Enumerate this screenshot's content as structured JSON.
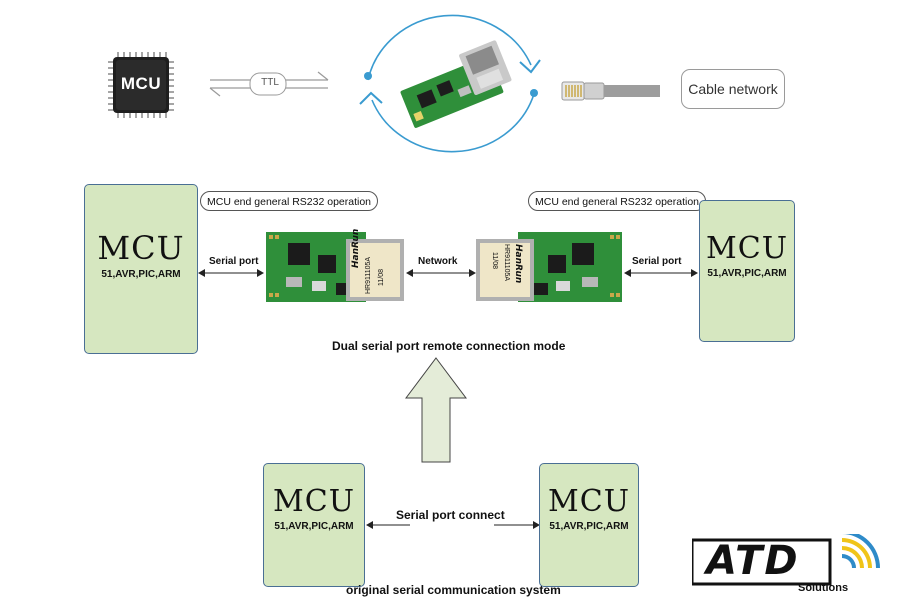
{
  "top": {
    "chip_label": "MCU",
    "ttl_label": "TTL",
    "cable_network": "Cable network"
  },
  "middle": {
    "left_mcu": {
      "title": "MCU",
      "subtitle": "51,AVR,PIC,ARM"
    },
    "right_mcu": {
      "title": "MCU",
      "subtitle": "51,AVR,PIC,ARM"
    },
    "left_operation": "MCU end general RS232 operation",
    "right_operation": "MCU end general RS232 operation",
    "left_serial_port": "Serial port",
    "right_serial_port": "Serial port",
    "network": "Network",
    "module_jack_brand": "HanRun",
    "module_jack_model": "HR911105A",
    "module_jack_date": "11/08",
    "caption": "Dual serial port remote connection mode"
  },
  "bottom": {
    "left_mcu": {
      "title": "MCU",
      "subtitle": "51,AVR,PIC,ARM"
    },
    "right_mcu": {
      "title": "MCU",
      "subtitle": "51,AVR,PIC,ARM"
    },
    "serial_port_connect": "Serial port connect",
    "caption": "original serial communication system"
  },
  "logo": {
    "letters": "ATD",
    "tagline": "Solutions"
  },
  "colors": {
    "mcu_box_fill": "#d6e7c0",
    "mcu_box_border": "#4a6f94",
    "pcb_green": "#2f8f3a",
    "cycle_blue": "#3a9bd0",
    "up_arrow_fill": "#e4ecd8"
  }
}
